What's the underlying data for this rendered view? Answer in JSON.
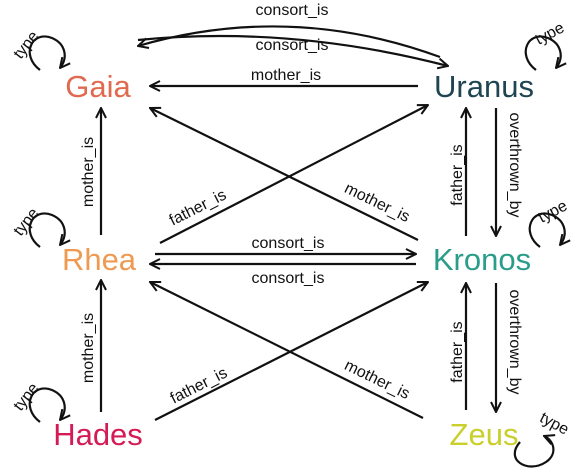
{
  "nodes": {
    "gaia": {
      "label": "Gaia",
      "color": "#e06a4f"
    },
    "uranus": {
      "label": "Uranus",
      "color": "#1f4452"
    },
    "rhea": {
      "label": "Rhea",
      "color": "#ef9a52"
    },
    "kronos": {
      "label": "Kronos",
      "color": "#2a9d8a"
    },
    "hades": {
      "label": "Hades",
      "color": "#d41b55"
    },
    "zeus": {
      "label": "Zeus",
      "color": "#c9cf2b"
    }
  },
  "edges": {
    "uranus_consort_gaia": "consort_is",
    "gaia_consort_uranus": "consort_is",
    "uranus_mother_gaia": "mother_is",
    "rhea_mother_gaia": "mother_is",
    "rhea_father_uranus": "father_is",
    "kronos_mother_gaia": "mother_is",
    "kronos_father_uranus": "father_is",
    "uranus_overthrown_kronos": "overthrown_by",
    "rhea_consort_kronos": "consort_is",
    "kronos_consort_rhea": "consort_is",
    "hades_mother_rhea": "mother_is",
    "hades_father_kronos": "father_is",
    "zeus_mother_rhea": "mother_is",
    "zeus_father_kronos": "father_is",
    "kronos_overthrown_zeus": "overthrown_by"
  },
  "self_loops": {
    "gaia": "type",
    "uranus": "type",
    "rhea": "type",
    "kronos": "type",
    "hades": "type",
    "zeus": "type"
  }
}
